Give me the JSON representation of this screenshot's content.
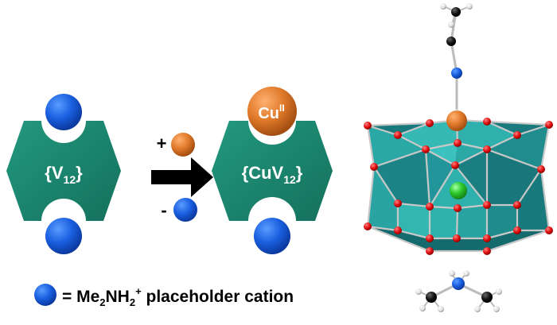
{
  "left_cluster": {
    "label_main": "{V",
    "label_sub": "12",
    "label_close": "}"
  },
  "right_cluster": {
    "label_main": "{CuV",
    "label_sub": "12",
    "label_close": "}"
  },
  "copper_ion": {
    "label_main": "Cu",
    "label_sup": "II"
  },
  "exchange": {
    "plus_sign": "+",
    "minus_sign": "-"
  },
  "legend": {
    "text_a": "= Me",
    "sub_a": "2",
    "text_b": "NH",
    "sub_b": "2",
    "sup_c": "+",
    "text_d": " placeholder cation"
  },
  "colors": {
    "cluster_green": "#1e8a74",
    "cluster_green_dark": "#136352",
    "cation_blue": "#1a5fe0",
    "copper_orange": "#e07a2a",
    "polyhedron_teal": "#2aa2a2",
    "polyhedron_teal_dark": "#13696d",
    "oxygen_red": "#e01010",
    "chloride_green": "#2ecc2e",
    "carbon_black": "#111111",
    "arrow_black": "#000000"
  }
}
